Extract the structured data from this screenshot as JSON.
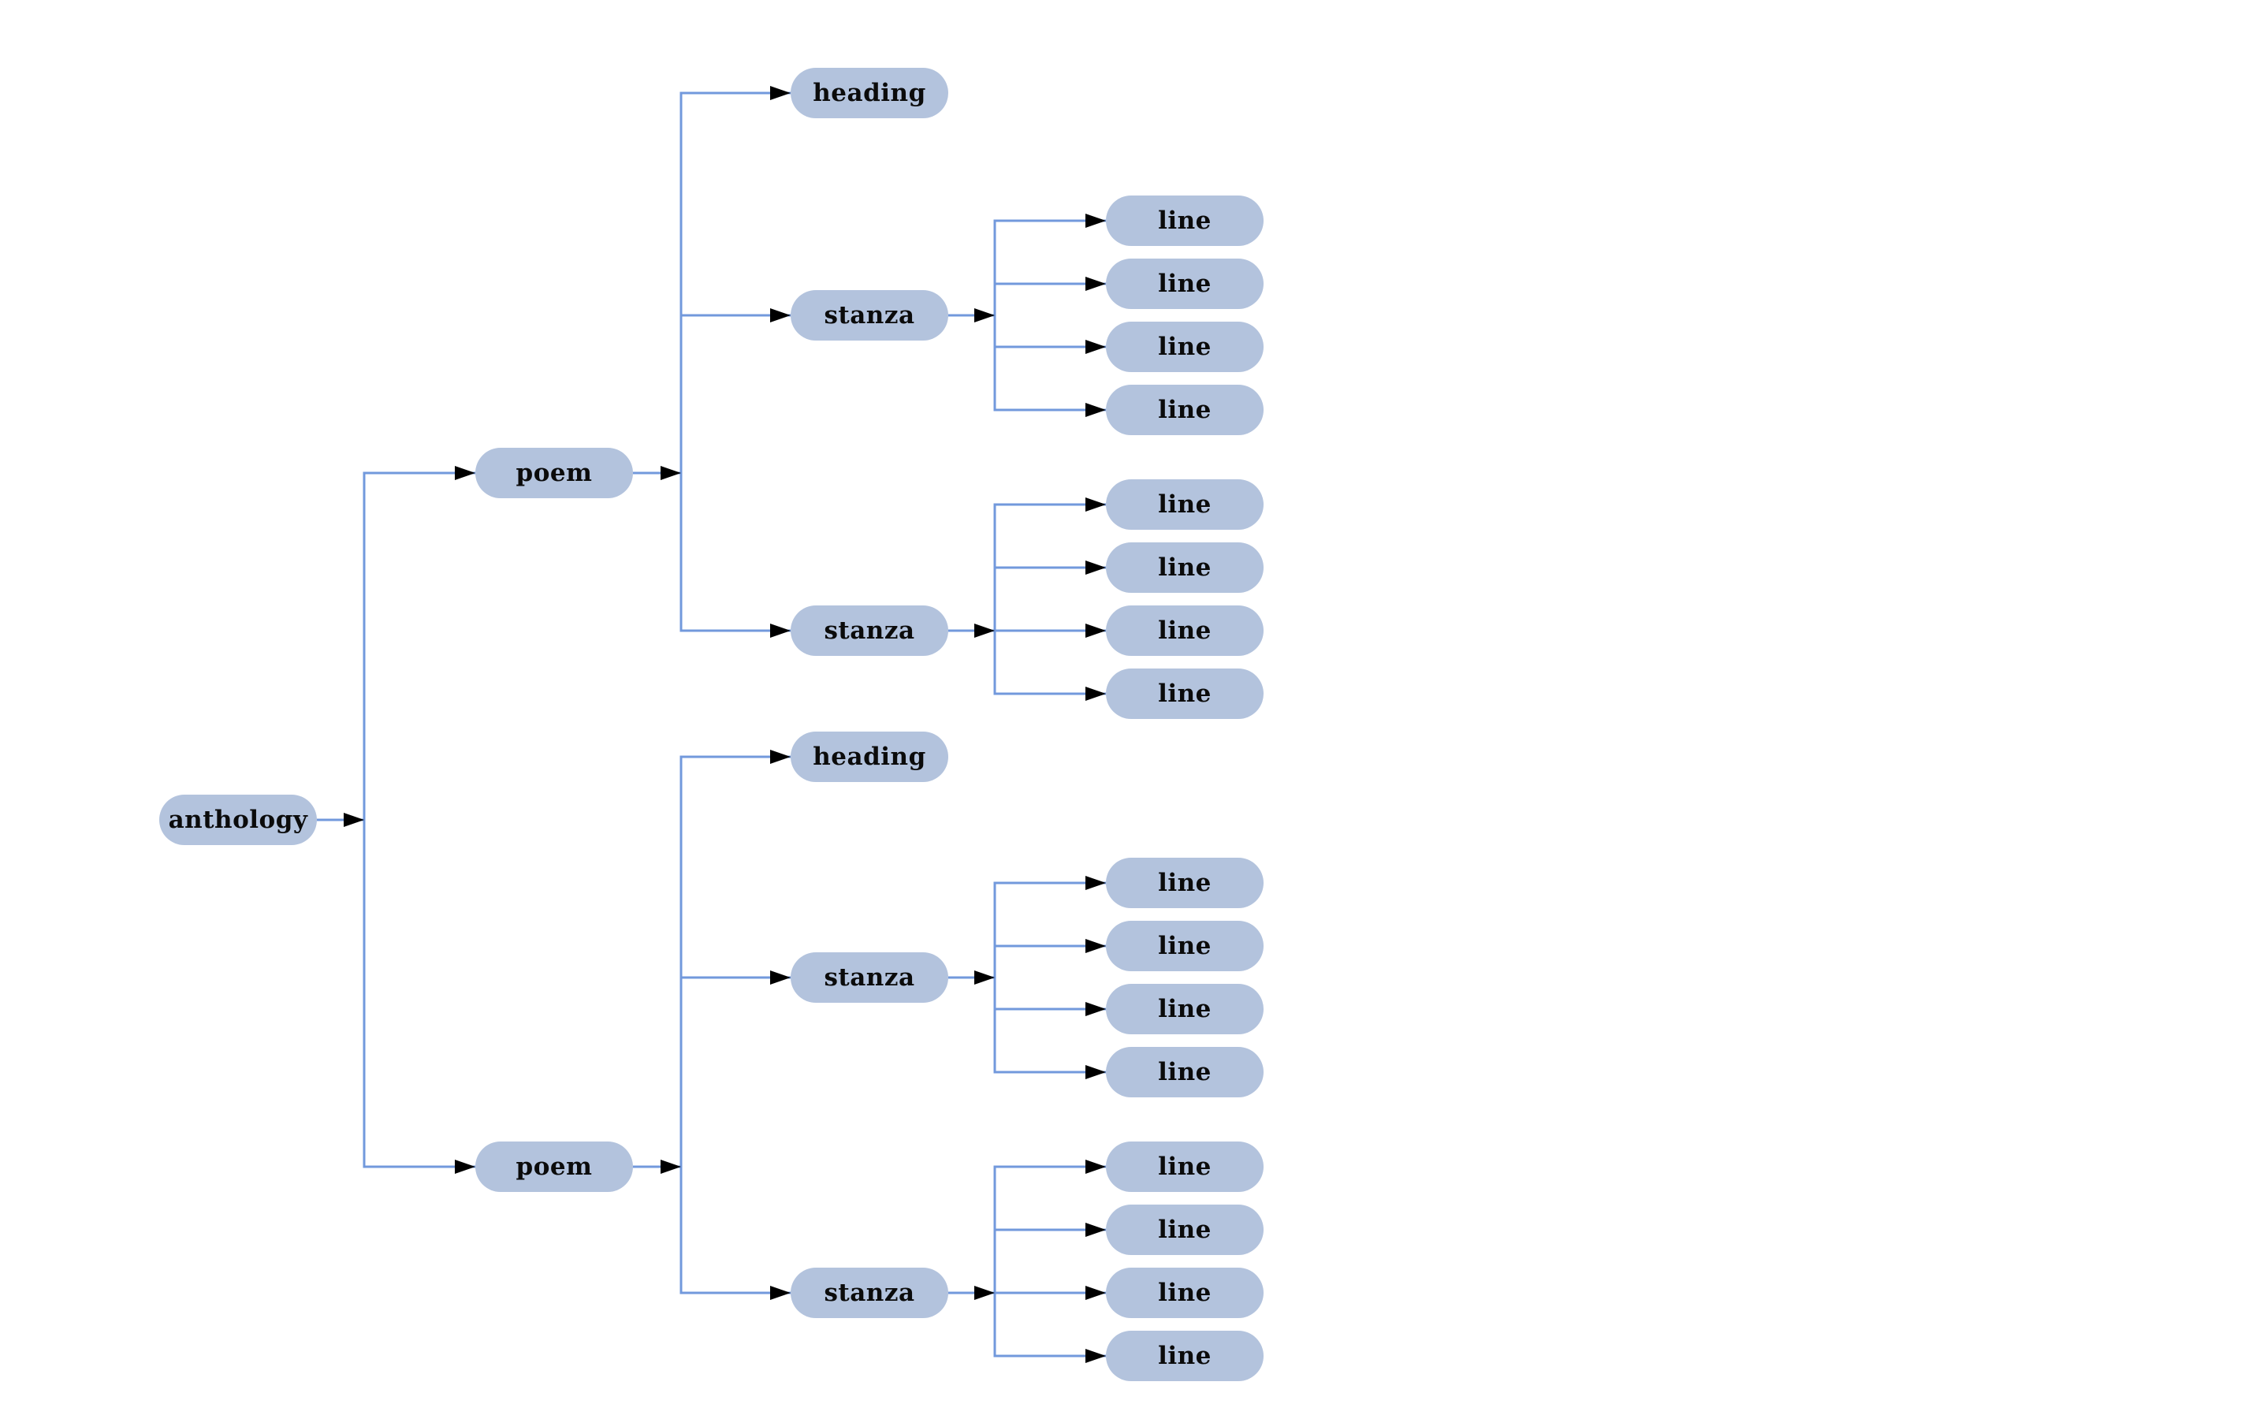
{
  "diagram": {
    "type": "tree",
    "direction": "left-to-right",
    "node_shape": "stadium",
    "structure": {
      "label": "anthology",
      "children": [
        {
          "label": "poem",
          "children": [
            {
              "label": "heading",
              "children": []
            },
            {
              "label": "stanza",
              "children": [
                {
                  "label": "line"
                },
                {
                  "label": "line"
                },
                {
                  "label": "line"
                },
                {
                  "label": "line"
                }
              ]
            },
            {
              "label": "stanza",
              "children": [
                {
                  "label": "line"
                },
                {
                  "label": "line"
                },
                {
                  "label": "line"
                },
                {
                  "label": "line"
                }
              ]
            }
          ]
        },
        {
          "label": "poem",
          "children": [
            {
              "label": "heading",
              "children": []
            },
            {
              "label": "stanza",
              "children": [
                {
                  "label": "line"
                },
                {
                  "label": "line"
                },
                {
                  "label": "line"
                },
                {
                  "label": "line"
                }
              ]
            },
            {
              "label": "stanza",
              "children": [
                {
                  "label": "line"
                },
                {
                  "label": "line"
                },
                {
                  "label": "line"
                },
                {
                  "label": "line"
                }
              ]
            }
          ]
        }
      ]
    },
    "nodes": [
      {
        "label": "anthology"
      },
      {
        "label": "poem"
      },
      {
        "label": "heading"
      },
      {
        "label": "stanza"
      },
      {
        "label": "line"
      },
      {
        "label": "line"
      },
      {
        "label": "line"
      },
      {
        "label": "line"
      },
      {
        "label": "stanza"
      },
      {
        "label": "line"
      },
      {
        "label": "line"
      },
      {
        "label": "line"
      },
      {
        "label": "line"
      },
      {
        "label": "poem"
      },
      {
        "label": "heading"
      },
      {
        "label": "stanza"
      },
      {
        "label": "line"
      },
      {
        "label": "line"
      },
      {
        "label": "line"
      },
      {
        "label": "line"
      },
      {
        "label": "stanza"
      },
      {
        "label": "line"
      },
      {
        "label": "line"
      },
      {
        "label": "line"
      },
      {
        "label": "line"
      }
    ]
  },
  "colors": {
    "background": "#ffffff",
    "node_fill": "#b3c3dd",
    "edge": "#7299dc",
    "arrowhead": "#000000",
    "label_text": "#0b0b0b"
  }
}
